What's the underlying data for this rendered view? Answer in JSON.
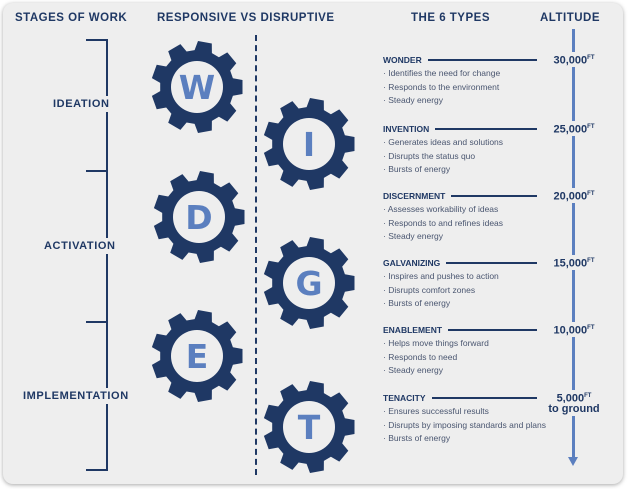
{
  "headers": {
    "stages": "STAGES OF WORK",
    "responsive": "RESPONSIVE VS DISRUPTIVE",
    "types": "THE 6 TYPES",
    "altitude": "ALTITUDE"
  },
  "stages": [
    "IDEATION",
    "ACTIVATION",
    "IMPLEMENTATION"
  ],
  "gears": [
    "W",
    "I",
    "D",
    "G",
    "E",
    "T"
  ],
  "colors": {
    "gear": "#1f3864",
    "letter": "#5b7fbf",
    "arrow": "#5b7fbf"
  },
  "types": [
    {
      "name": "WONDER",
      "altitude": "30,000",
      "unit": "FT",
      "extra": "",
      "bullets": [
        "Identifies the need for change",
        "Responds to the environment",
        "Steady energy"
      ]
    },
    {
      "name": "INVENTION",
      "altitude": "25,000",
      "unit": "FT",
      "extra": "",
      "bullets": [
        "Generates ideas and solutions",
        "Disrupts the status quo",
        "Bursts of energy"
      ]
    },
    {
      "name": "DISCERNMENT",
      "altitude": "20,000",
      "unit": "FT",
      "extra": "",
      "bullets": [
        "Assesses workability of ideas",
        "Responds to and refines ideas",
        "Steady energy"
      ]
    },
    {
      "name": "GALVANIZING",
      "altitude": "15,000",
      "unit": "FT",
      "extra": "",
      "bullets": [
        "Inspires and pushes to action",
        "Disrupts comfort zones",
        "Bursts of energy"
      ]
    },
    {
      "name": "ENABLEMENT",
      "altitude": "10,000",
      "unit": "FT",
      "extra": "",
      "bullets": [
        "Helps move things forward",
        "Responds to need",
        "Steady energy"
      ]
    },
    {
      "name": "TENACITY",
      "altitude": "5,000",
      "unit": "FT",
      "extra": "to ground",
      "bullets": [
        "Ensures successful results",
        "Disrupts by imposing standards and plans",
        "Bursts of energy"
      ]
    }
  ]
}
